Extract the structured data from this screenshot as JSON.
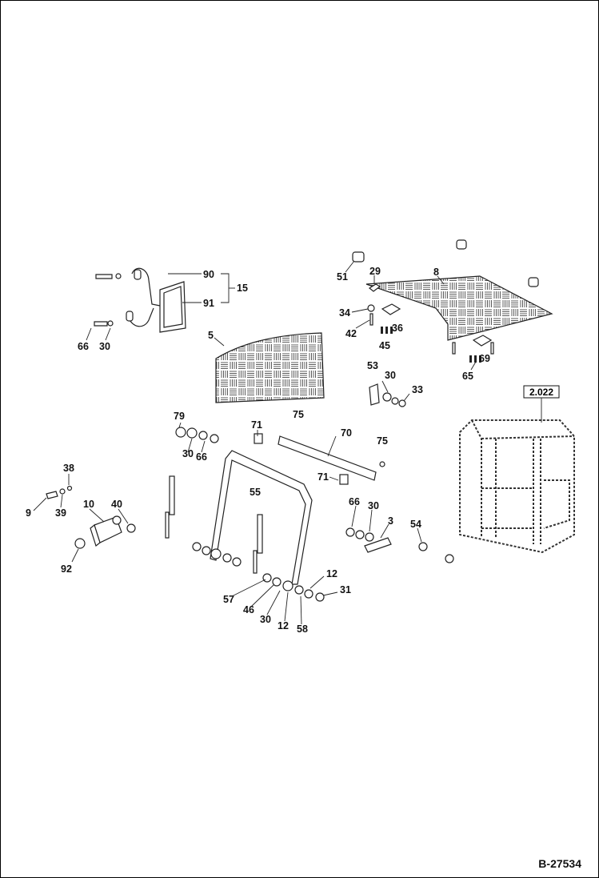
{
  "document": {
    "code": "B-27534"
  },
  "reference": {
    "label": "2.022"
  },
  "callouts": [
    {
      "label": "90"
    },
    {
      "label": "15"
    },
    {
      "label": "91"
    },
    {
      "label": "66"
    },
    {
      "label": "30"
    },
    {
      "label": "51"
    },
    {
      "label": "29"
    },
    {
      "label": "8"
    },
    {
      "label": "34"
    },
    {
      "label": "42"
    },
    {
      "label": "36"
    },
    {
      "label": "45"
    },
    {
      "label": "69"
    },
    {
      "label": "65"
    },
    {
      "label": "5"
    },
    {
      "label": "53"
    },
    {
      "label": "30"
    },
    {
      "label": "33"
    },
    {
      "label": "79"
    },
    {
      "label": "30"
    },
    {
      "label": "66"
    },
    {
      "label": "71"
    },
    {
      "label": "75"
    },
    {
      "label": "70"
    },
    {
      "label": "75"
    },
    {
      "label": "71"
    },
    {
      "label": "38"
    },
    {
      "label": "9"
    },
    {
      "label": "39"
    },
    {
      "label": "10"
    },
    {
      "label": "40"
    },
    {
      "label": "92"
    },
    {
      "label": "55"
    },
    {
      "label": "66"
    },
    {
      "label": "30"
    },
    {
      "label": "3"
    },
    {
      "label": "54"
    },
    {
      "label": "12"
    },
    {
      "label": "31"
    },
    {
      "label": "57"
    },
    {
      "label": "46"
    },
    {
      "label": "30"
    },
    {
      "label": "12"
    },
    {
      "label": "58"
    }
  ]
}
